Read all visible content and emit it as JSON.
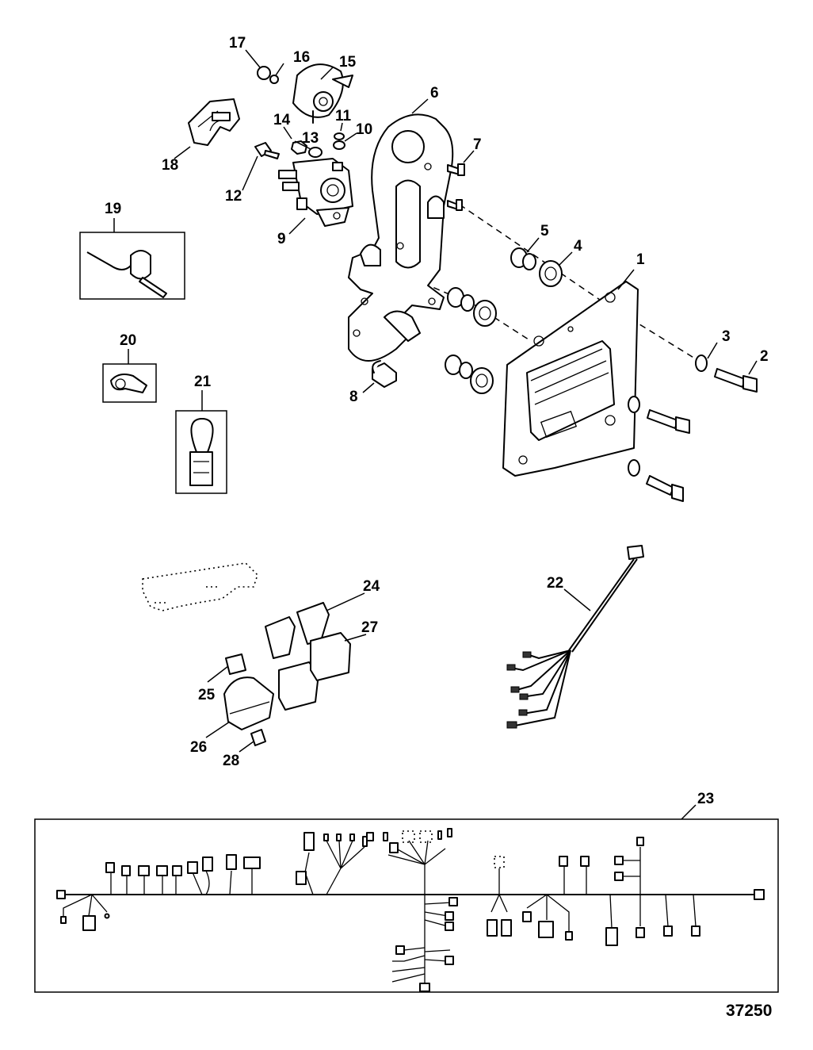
{
  "callouts": {
    "c1": "1",
    "c2": "2",
    "c3": "3",
    "c4": "4",
    "c5": "5",
    "c6": "6",
    "c7": "7",
    "c8": "8",
    "c9": "9",
    "c10": "10",
    "c11": "11",
    "c12": "12",
    "c13": "13",
    "c14": "14",
    "c15": "15",
    "c16": "16",
    "c17": "17",
    "c18": "18",
    "c19": "19",
    "c20": "20",
    "c21": "21",
    "c22": "22",
    "c23": "23",
    "c24": "24",
    "c25": "25",
    "c26": "26",
    "c27": "27",
    "c28": "28"
  },
  "reference_number": "37250"
}
